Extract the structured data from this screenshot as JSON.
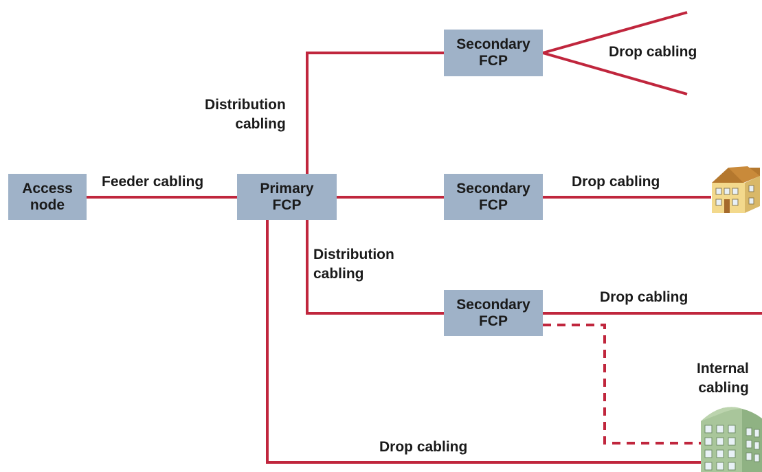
{
  "nodes": {
    "access": {
      "line1": "Access",
      "line2": "node"
    },
    "primary": {
      "line1": "Primary",
      "line2": "FCP"
    },
    "secondary_top": {
      "line1": "Secondary",
      "line2": "FCP"
    },
    "secondary_mid": {
      "line1": "Secondary",
      "line2": "FCP"
    },
    "secondary_low": {
      "line1": "Secondary",
      "line2": "FCP"
    }
  },
  "labels": {
    "feeder": "Feeder cabling",
    "distribution_upper": {
      "line1": "Distribution",
      "line2": "cabling"
    },
    "distribution_lower": {
      "line1": "Distribution",
      "line2": "cabling"
    },
    "drop_top": "Drop cabling",
    "drop_mid": "Drop cabling",
    "drop_low": "Drop cabling",
    "drop_bottom": "Drop cabling",
    "internal": {
      "line1": "Internal",
      "line2": "cabling"
    }
  },
  "colors": {
    "cable": "#c0263d",
    "node_fill": "#9fb2c8",
    "house_wall": "#f3d98c",
    "house_roof": "#b4782e",
    "tower_wall": "#a9c69b"
  },
  "icons": {
    "house": "house-icon",
    "building": "office-building-icon"
  }
}
